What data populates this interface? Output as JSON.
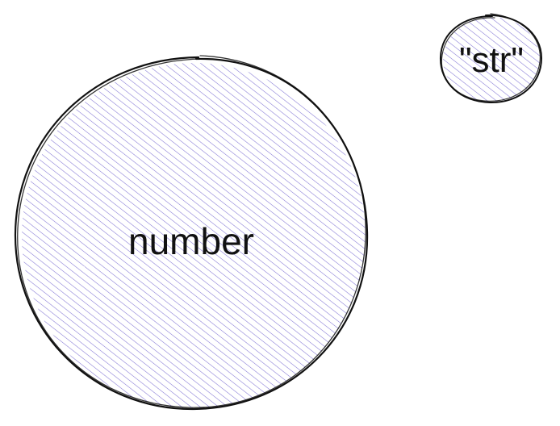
{
  "diagram": {
    "shapes": [
      {
        "id": "number",
        "label": "number"
      },
      {
        "id": "str",
        "label": "\"str\""
      }
    ]
  },
  "colors": {
    "hatch": "#6a5acd",
    "stroke": "#111111",
    "text": "#111111",
    "background": "#ffffff"
  }
}
